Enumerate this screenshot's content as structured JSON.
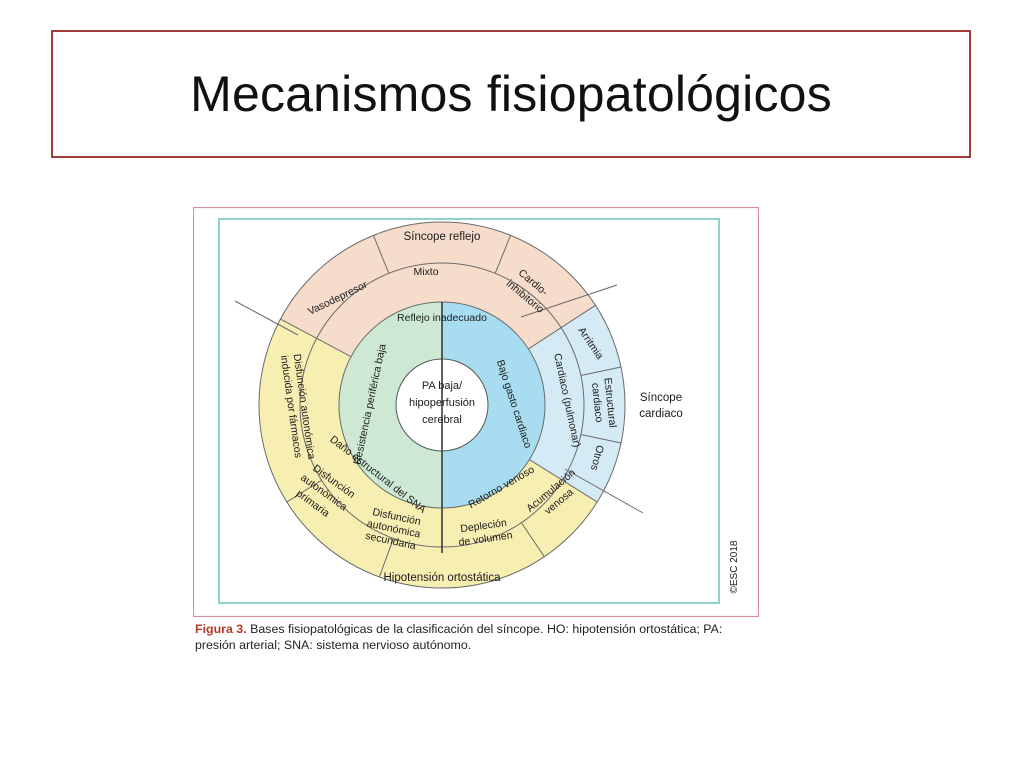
{
  "slide": {
    "title": "Mecanismos fisiopatológicos"
  },
  "figure": {
    "copyright": "©ESC 2018",
    "caption_label": "Figura 3.",
    "caption_text": "Bases fisiopatológicas de la clasificación del síncope. HO: hipotensión ortostática; PA: presión arterial; SNA: sistema nervioso autónomo.",
    "center": {
      "line1": "PA baja/",
      "line2": "hipoperfusión",
      "line3": "cerebral"
    },
    "middle_ring": {
      "left": "Resistencia periférica baja",
      "right": "Bajo gasto cardiaco"
    },
    "categories": {
      "reflex": "Síncope reflejo",
      "cardiac_line1": "Síncope",
      "cardiac_line2": "cardiaco",
      "orthostatic": "Hipotensión ortostática"
    },
    "reflex_outer": {
      "vasodepressor": "Vasodepresor",
      "mixed": "Mixto",
      "cardioinhibitory_line1": "Cardio-",
      "cardioinhibitory_line2": "inhibitorio"
    },
    "reflex_inner": "Reflejo inadecuado",
    "cardiac_inner": "Cardiaco (pulmonar)",
    "cardiac_outer": {
      "arrhythmia": "Arritmia",
      "structural_line1": "Estructural",
      "structural_line2": "cardiaco",
      "others": "Otros"
    },
    "venous_inner": "Retorno venoso",
    "venous_outer": {
      "depletion_line1": "Depleción",
      "depletion_line2": "de volumen",
      "pooling_line1": "Acumulación",
      "pooling_line2": "venosa"
    },
    "ans_inner": "Daño estructural del SNA",
    "ans_outer": {
      "drug_line1": "Disfunción autonómica",
      "drug_line2": "inducida por fármacos",
      "primary_line1": "Disfunción",
      "primary_line2": "autonómica",
      "primary_line3": "primaria",
      "secondary_line1": "Disfunción",
      "secondary_line2": "autonómica",
      "secondary_line3": "secundaria"
    },
    "colors": {
      "reflex": "#f6dccb",
      "cardiac": "#d4ebf6",
      "orthostatic": "#f7eeb2",
      "ans": "#f7eeb2",
      "middle_left": "#cde9d4",
      "middle_right": "#a7dcf1",
      "center": "#ffffff",
      "inner_frame": "#8fd1cb",
      "outer_frame": "#d88f98"
    }
  }
}
